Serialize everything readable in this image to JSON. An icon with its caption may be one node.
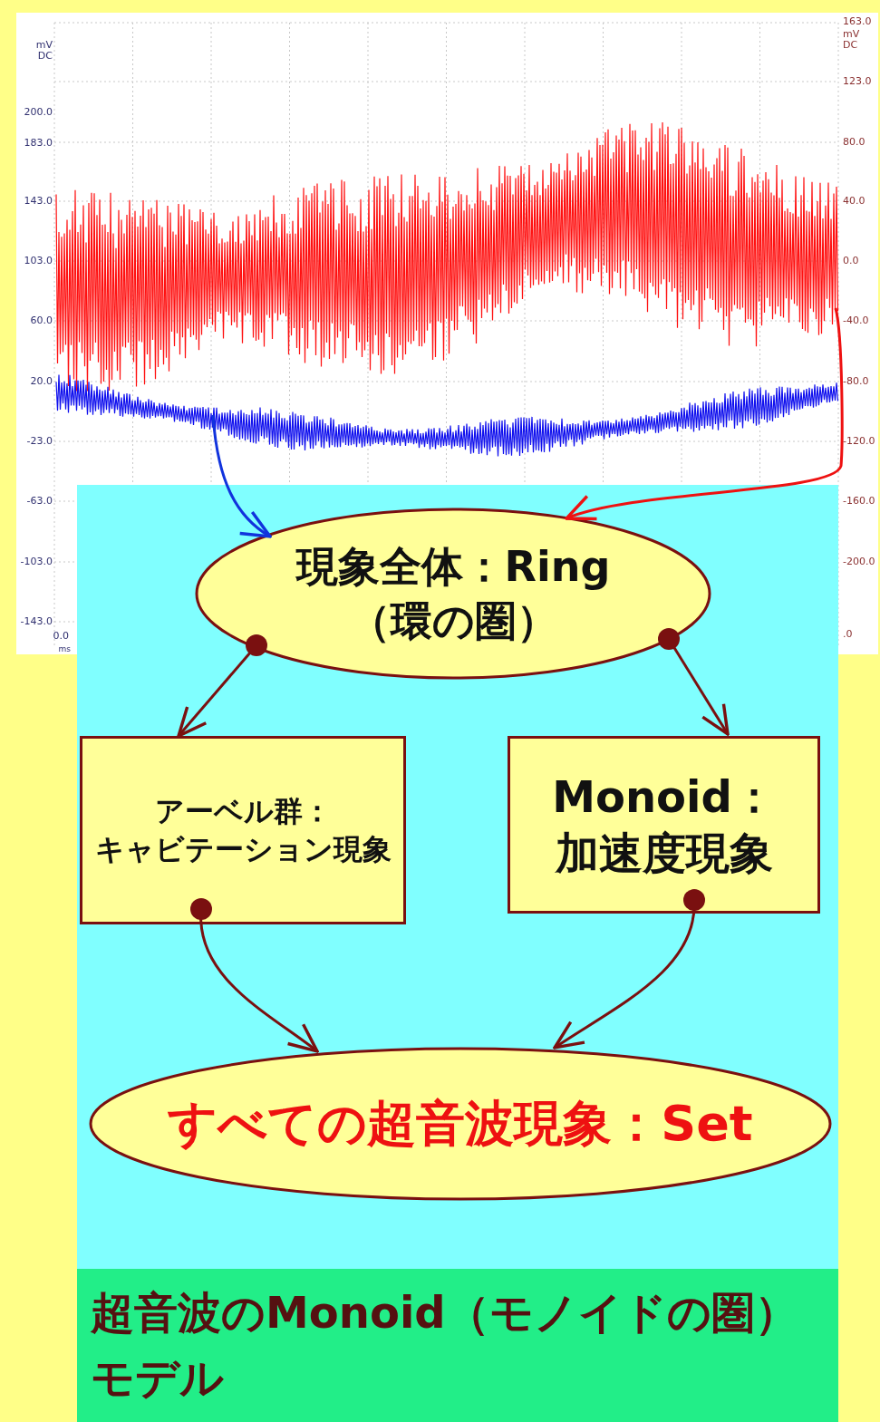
{
  "diagram": {
    "caption": "超音波のMonoid（モノイドの圏）モデル",
    "nodes": [
      {
        "text": [],
        "shape": "line"
      },
      {
        "text": [],
        "shape": "line"
      },
      {
        "text": [
          "現象全体：Ring（環の圏）"
        ]
      },
      {
        "text": [
          "アーベル群：キャビテーション現象"
        ]
      },
      {
        "text": [
          "Monoid：加速度現象"
        ]
      },
      {
        "text": [
          "すべての超音波現象：Set"
        ]
      }
    ],
    "edges": [
      {
        "from": 0,
        "to": 2,
        "arrow": "to",
        "color": "#ee1111"
      },
      {
        "from": 1,
        "to": 2,
        "arrow": "to",
        "color": "#1133dd"
      },
      {
        "from": 2,
        "to": 3,
        "arrow": "to"
      },
      {
        "from": 2,
        "to": 4,
        "arrow": "to"
      },
      {
        "from": 3,
        "to": 5,
        "arrow": "to"
      },
      {
        "from": 4,
        "to": 5,
        "arrow": "to"
      }
    ],
    "labels": [
      "mV DC",
      "200.0",
      "183.0",
      "143.0",
      "103.0",
      "60.0",
      "20.0",
      "-23.0",
      "-63.0",
      "-103.0",
      "-143.0",
      "0.0",
      "ms",
      "163.0",
      "mV DC",
      "123.0",
      "80.0",
      "40.0",
      "0.0",
      "-40.0",
      "-80.0",
      "-120.0",
      "-160.0",
      "-200.0",
      ".0"
    ]
  }
}
